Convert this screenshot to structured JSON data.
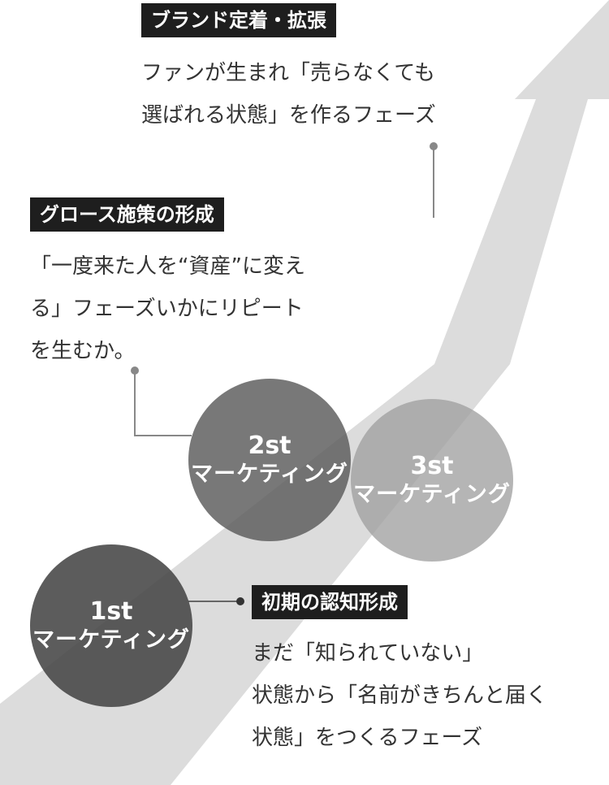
{
  "stages": {
    "brand": {
      "label": "ブランド定着・拡張",
      "desc_line1": "ファンが生まれ「売らなくても",
      "desc_line2": "選ばれる状態」を作るフェーズ"
    },
    "growth": {
      "label": "グロース施策の形成",
      "desc_line1": "「一度来た人を“資産”に変え",
      "desc_line2": "る」フェーズいかにリピート",
      "desc_line3": "を生むか。"
    },
    "awareness": {
      "label": "初期の認知形成",
      "desc_line1": "まだ「知られていない」",
      "desc_line2": "状態から「名前がきちんと届く",
      "desc_line3": "状態」をつくるフェーズ"
    }
  },
  "circles": {
    "first": {
      "num": "1st",
      "label": "マーケティング"
    },
    "second": {
      "num": "2st",
      "label": "マーケティング"
    },
    "third": {
      "num": "3st",
      "label": "マーケティング"
    }
  },
  "colors": {
    "arrow": "#dcdcdc",
    "circle_dark": "#555555",
    "circle_mid": "#6e6e6e",
    "circle_light": "#b4b4b4",
    "label_bg": "#1e1e1e"
  }
}
